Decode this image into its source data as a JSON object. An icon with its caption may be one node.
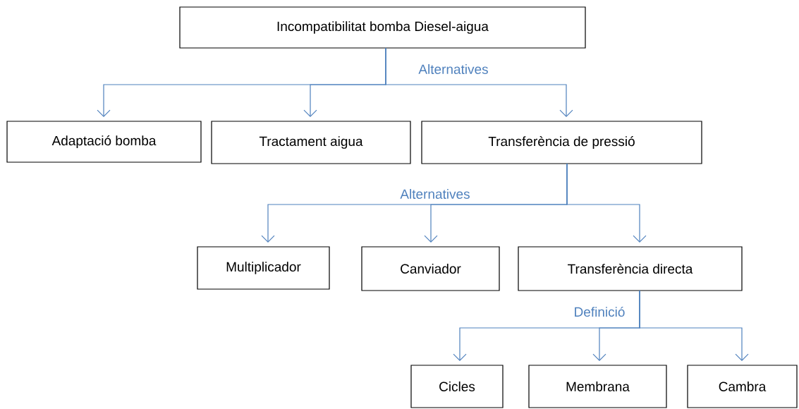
{
  "diagram": {
    "nodes": [
      {
        "text": [
          "Incompatibilitat bomba Diesel-aigua"
        ]
      },
      {
        "text": [
          "Adaptació bomba"
        ]
      },
      {
        "text": [
          "Tractament aigua"
        ]
      },
      {
        "text": [
          "Transferència de pressió"
        ]
      },
      {
        "text": [
          "Multiplicador"
        ]
      },
      {
        "text": [
          "Canviador"
        ]
      },
      {
        "text": [
          "Transferència directa"
        ]
      },
      {
        "text": [
          "Cicles"
        ]
      },
      {
        "text": [
          "Membrana"
        ]
      },
      {
        "text": [
          "Cambra"
        ]
      }
    ],
    "edges": [
      {
        "from": 0,
        "to": 1,
        "arrow": "to"
      },
      {
        "from": 0,
        "to": 2,
        "arrow": "to"
      },
      {
        "from": 0,
        "to": 3,
        "arrow": "to",
        "label": "Alternatives"
      },
      {
        "from": 3,
        "to": 4,
        "arrow": "to",
        "label": "Alternatives"
      },
      {
        "from": 3,
        "to": 5,
        "arrow": "to"
      },
      {
        "from": 3,
        "to": 6,
        "arrow": "to"
      },
      {
        "from": 6,
        "to": 7,
        "arrow": "to",
        "label": "Definició"
      },
      {
        "from": 6,
        "to": 8,
        "arrow": "to"
      },
      {
        "from": 6,
        "to": 9,
        "arrow": "to"
      }
    ]
  }
}
